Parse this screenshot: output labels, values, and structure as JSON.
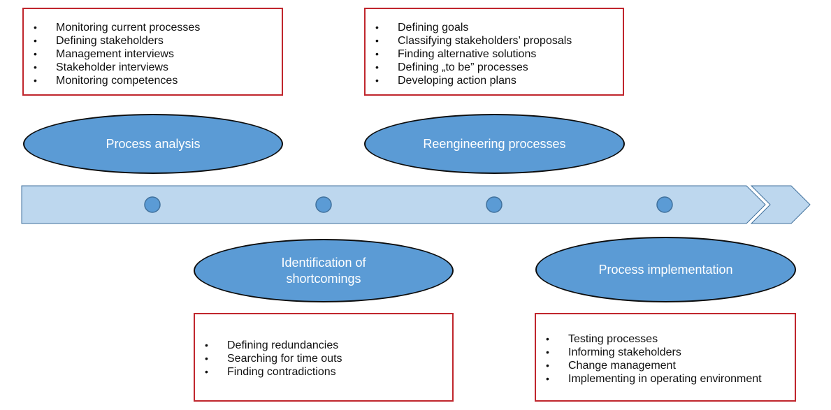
{
  "colors": {
    "box_border": "#c0262d",
    "ellipse_fill": "#5b9bd5",
    "ellipse_stroke": "#0d0d0d",
    "arrow_fill": "#bdd7ee",
    "arrow_stroke": "#41719c",
    "milestone_fill": "#5b9bd5"
  },
  "bullet_symbol": "•",
  "stages": [
    {
      "name": "Process analysis",
      "items": [
        "Monitoring current processes",
        "Defining stakeholders",
        "Management interviews",
        "Stakeholder interviews",
        "Monitoring competences"
      ]
    },
    {
      "name_lines": [
        "Identification of",
        "shortcomings"
      ],
      "items": [
        "Defining redundancies",
        "Searching for time outs",
        "Finding contradictions"
      ]
    },
    {
      "name": "Reengineering processes",
      "items": [
        "Defining goals",
        "Classifying stakeholders’ proposals",
        "Finding alternative solutions",
        "Defining „to be” processes",
        "Developing action plans"
      ]
    },
    {
      "name": "Process implementation",
      "items": [
        "Testing processes",
        "Informing stakeholders",
        "Change management",
        "Implementing in operating environment"
      ]
    }
  ]
}
